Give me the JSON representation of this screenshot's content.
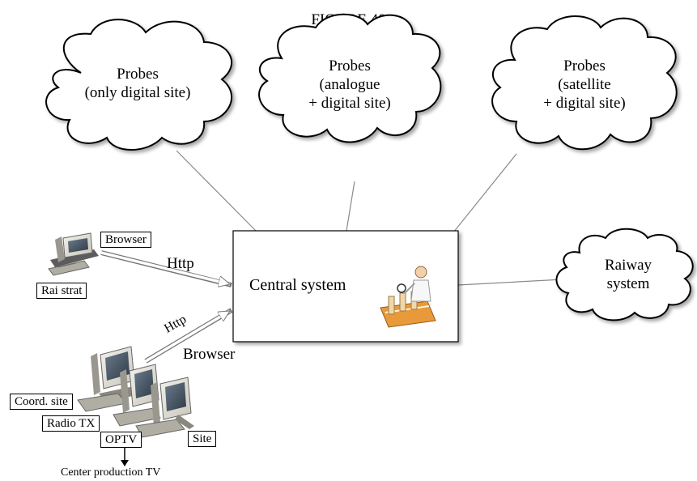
{
  "figure_title": "FIGURE 40",
  "clouds": {
    "probes_digital": {
      "line1": "Probes",
      "line2": "(only digital site)"
    },
    "probes_analogue": {
      "line1": "Probes",
      "line2": "(analogue",
      "line3": "+ digital site)"
    },
    "probes_satellite": {
      "line1": "Probes",
      "line2": "(satellite",
      "line3": "+ digital site)"
    },
    "railway": {
      "line1": "Raiway",
      "line2": "system"
    }
  },
  "central_system": {
    "label": "Central system"
  },
  "rai_strat": {
    "browser_label": "Browser",
    "http_label": "Http",
    "site_label": "Rai strat"
  },
  "site_cluster": {
    "http_label": "Http",
    "browser_label": "Browser",
    "coord_label": "Coord. site",
    "radio_label": "Radio TX",
    "optv_label": "OPTV",
    "site_label": "Site",
    "center_label": "Center production TV"
  }
}
